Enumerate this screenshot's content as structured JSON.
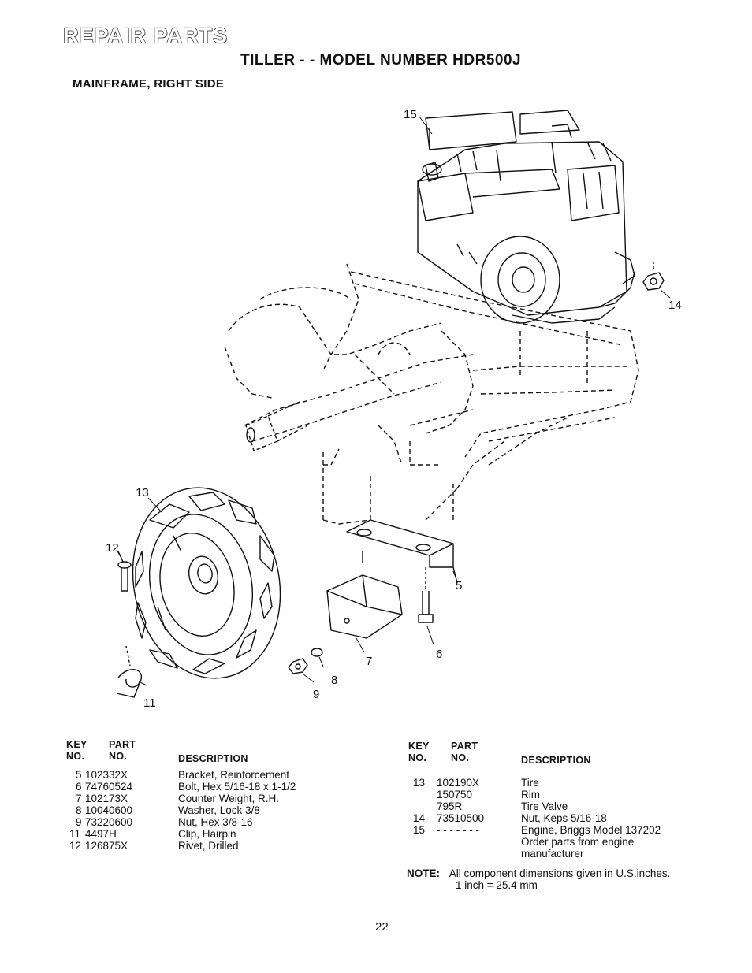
{
  "header": {
    "title": "REPAIR PARTS",
    "subtitle": "TILLER - - MODEL NUMBER HDR500J",
    "section": "MAINFRAME, RIGHT SIDE"
  },
  "callouts": [
    "15",
    "14",
    "13",
    "12",
    "5",
    "6",
    "7",
    "8",
    "9",
    "11"
  ],
  "left_table": {
    "key_no_header": [
      "KEY",
      "NO."
    ],
    "part_no_header": [
      "PART",
      "NO."
    ],
    "description_header": "DESCRIPTION",
    "rows": [
      {
        "key": "5",
        "part": "102332X",
        "desc": "Bracket, Reinforcement"
      },
      {
        "key": "6",
        "part": "74760524",
        "desc": "Bolt, Hex 5/16-18 x 1-1/2"
      },
      {
        "key": "7",
        "part": "102173X",
        "desc": "Counter Weight, R.H."
      },
      {
        "key": "8",
        "part": "10040600",
        "desc": "Washer, Lock 3/8"
      },
      {
        "key": "9",
        "part": "73220600",
        "desc": "Nut, Hex 3/8-16"
      },
      {
        "key": "11",
        "part": "4497H",
        "desc": "Clip, Hairpin"
      },
      {
        "key": "12",
        "part": "126875X",
        "desc": "Rivet, Drilled"
      }
    ]
  },
  "right_table": {
    "key_no_header": [
      "KEY",
      "NO."
    ],
    "part_no_header": [
      "PART",
      "NO."
    ],
    "description_header": "DESCRIPTION",
    "rows": [
      {
        "key": "13",
        "part": "102190X",
        "desc": "Tire"
      },
      {
        "key": "",
        "part": "150750",
        "desc": "Rim"
      },
      {
        "key": "",
        "part": "795R",
        "desc": "Tire Valve"
      },
      {
        "key": "14",
        "part": "73510500",
        "desc": "Nut, Keps 5/16-18"
      },
      {
        "key": "15",
        "part": "- - - - - - -",
        "desc": "Engine, Briggs Model 137202"
      },
      {
        "key": "",
        "part": "",
        "desc": "Order parts from engine"
      },
      {
        "key": "",
        "part": "",
        "desc": "manufacturer"
      }
    ]
  },
  "note": {
    "label": "NOTE:",
    "line1": "All component dimensions given in U.S.inches.",
    "line2": "1 inch = 25.4 mm"
  },
  "page_number": "22"
}
